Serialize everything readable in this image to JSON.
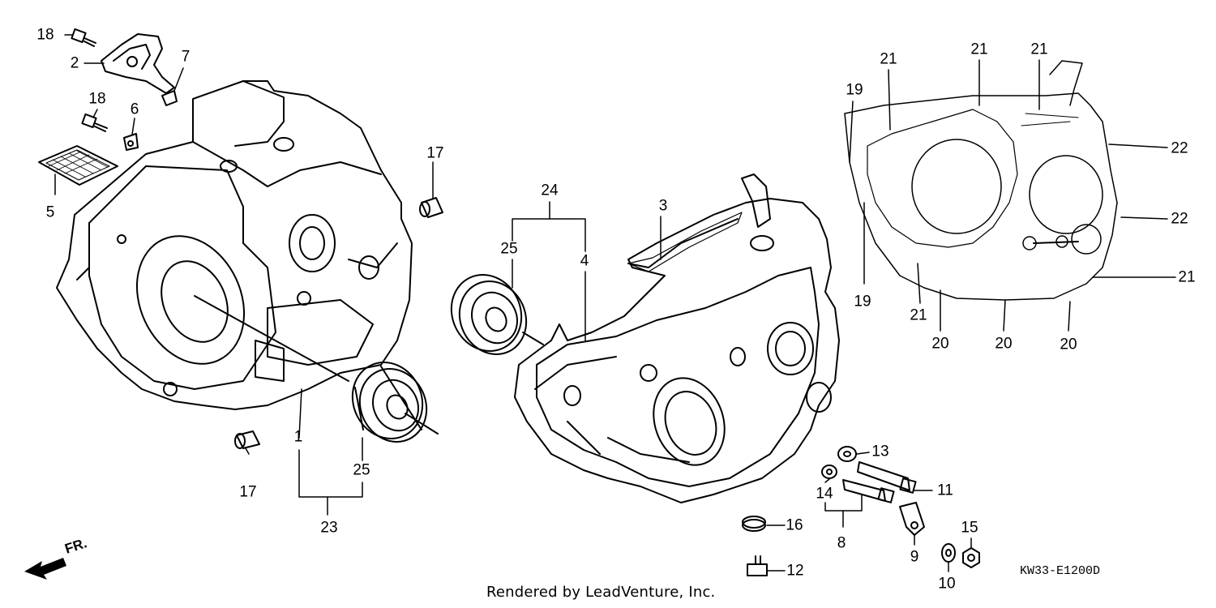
{
  "diagram": {
    "catalog_code": "KW33-E1200D",
    "credit": "Rendered by LeadVenture, Inc.",
    "direction_label": "FR.",
    "callouts": [
      {
        "id": "c18a",
        "text": "18"
      },
      {
        "id": "c2",
        "text": "2"
      },
      {
        "id": "c7",
        "text": "7"
      },
      {
        "id": "c18b",
        "text": "18"
      },
      {
        "id": "c6",
        "text": "6"
      },
      {
        "id": "c5",
        "text": "5"
      },
      {
        "id": "c17a",
        "text": "17"
      },
      {
        "id": "c17b",
        "text": "17"
      },
      {
        "id": "c1",
        "text": "1"
      },
      {
        "id": "c25a",
        "text": "25"
      },
      {
        "id": "c23",
        "text": "23"
      },
      {
        "id": "c24",
        "text": "24"
      },
      {
        "id": "c25b",
        "text": "25"
      },
      {
        "id": "c4",
        "text": "4"
      },
      {
        "id": "c3",
        "text": "3"
      },
      {
        "id": "c13",
        "text": "13"
      },
      {
        "id": "c14",
        "text": "14"
      },
      {
        "id": "c11",
        "text": "11"
      },
      {
        "id": "c8",
        "text": "8"
      },
      {
        "id": "c9",
        "text": "9"
      },
      {
        "id": "c16",
        "text": "16"
      },
      {
        "id": "c12",
        "text": "12"
      },
      {
        "id": "c15",
        "text": "15"
      },
      {
        "id": "c10",
        "text": "10"
      },
      {
        "id": "c19a",
        "text": "19"
      },
      {
        "id": "c19b",
        "text": "19"
      },
      {
        "id": "c21a",
        "text": "21"
      },
      {
        "id": "c21b",
        "text": "21"
      },
      {
        "id": "c21c",
        "text": "21"
      },
      {
        "id": "c21d",
        "text": "21"
      },
      {
        "id": "c21e",
        "text": "21"
      },
      {
        "id": "c22a",
        "text": "22"
      },
      {
        "id": "c22b",
        "text": "22"
      },
      {
        "id": "c20a",
        "text": "20"
      },
      {
        "id": "c20b",
        "text": "20"
      },
      {
        "id": "c20c",
        "text": "20"
      }
    ]
  }
}
